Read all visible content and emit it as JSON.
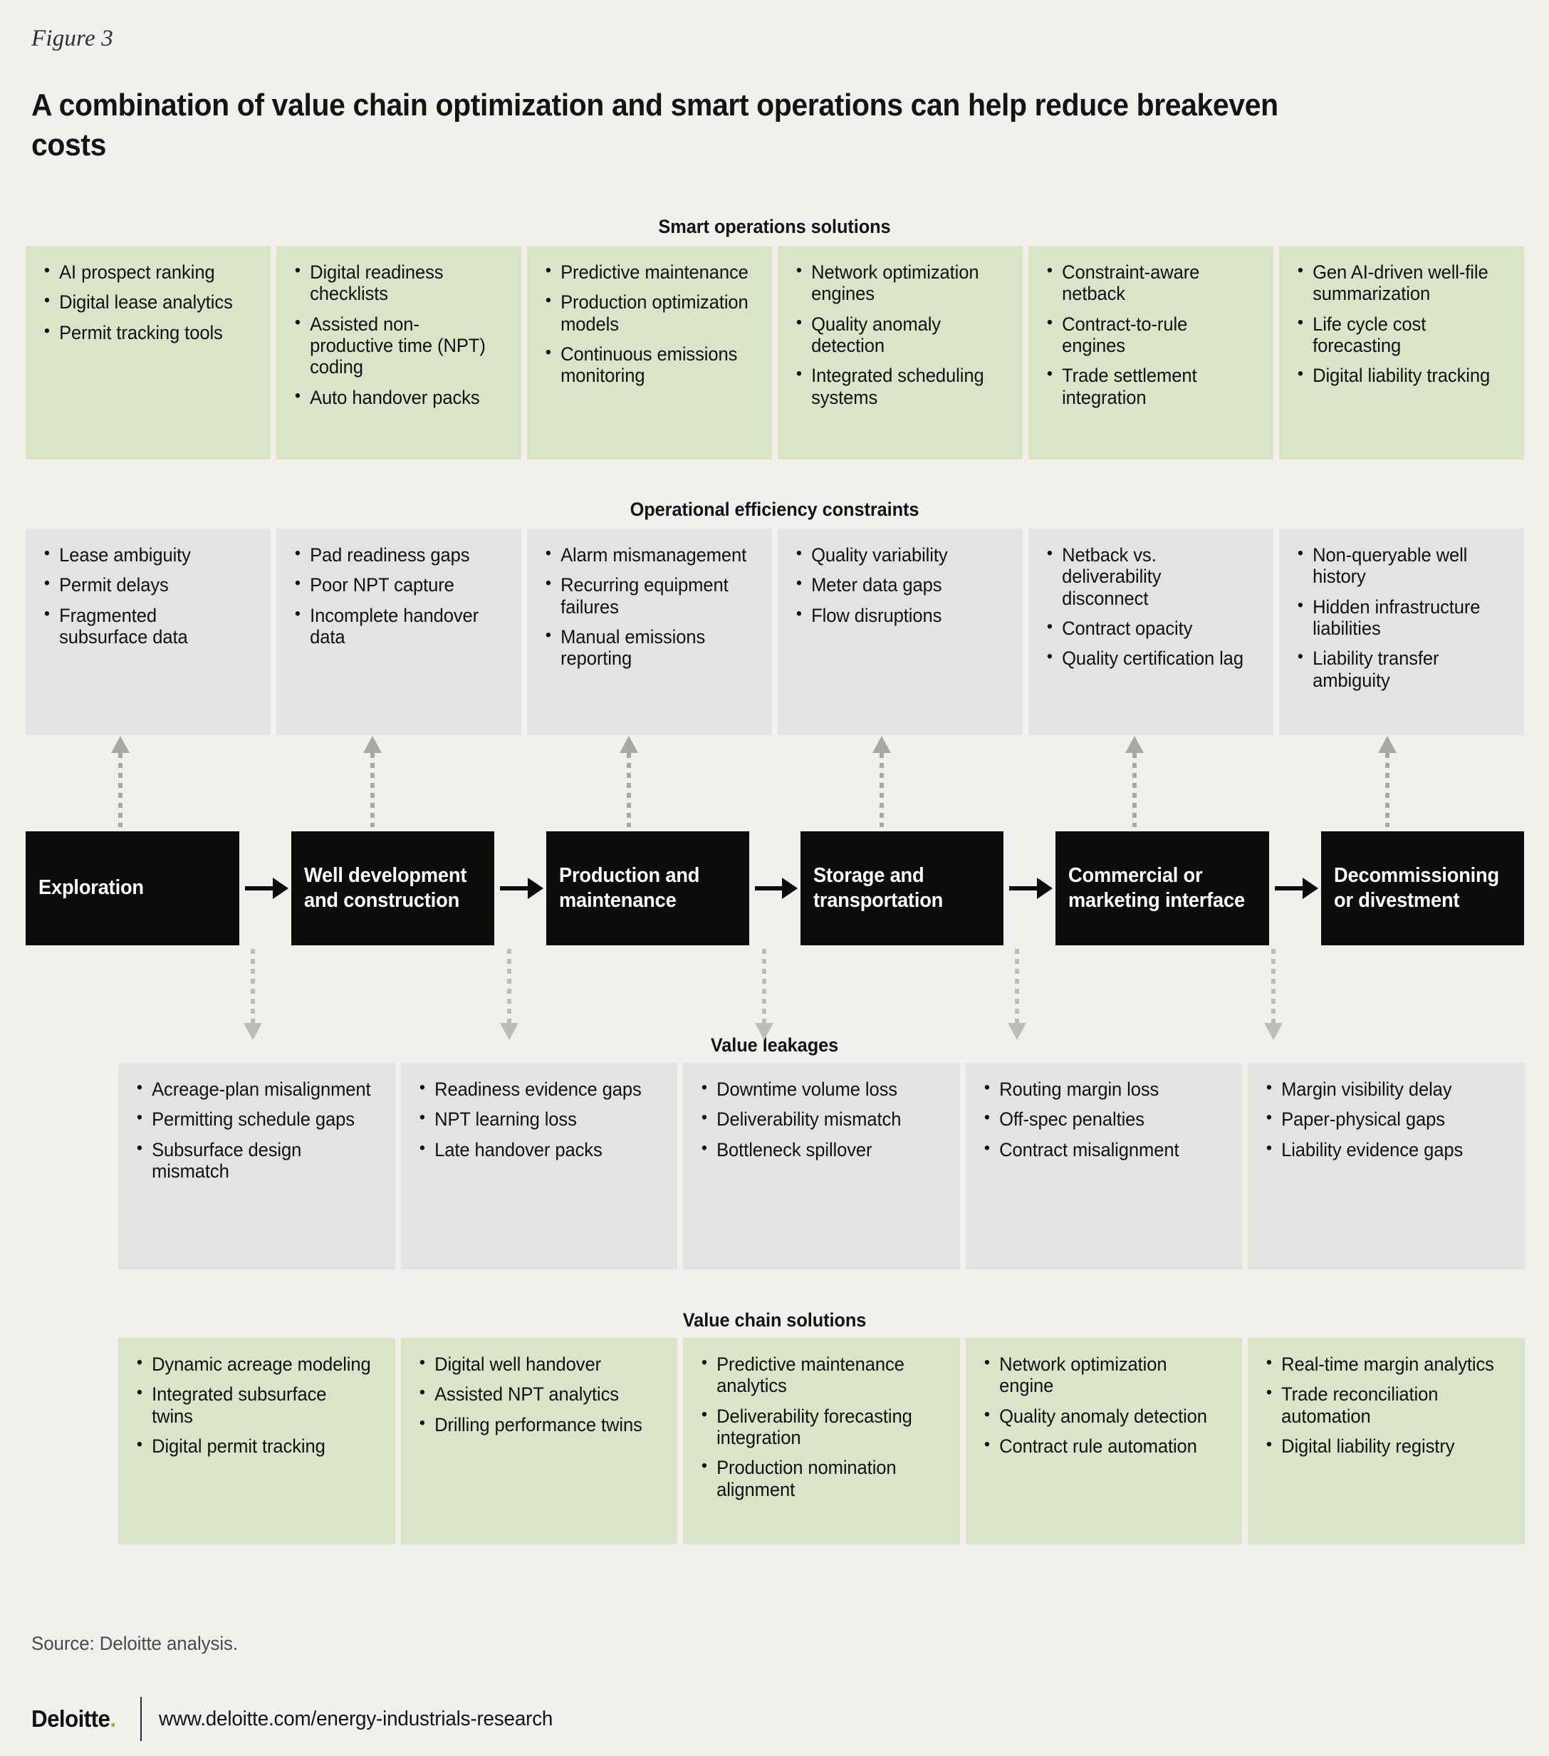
{
  "figure": {
    "label": "Figure 3",
    "title": "A combination of value chain optimization and smart operations can help reduce breakeven costs"
  },
  "colors": {
    "background": "#f1f0ed",
    "solution_card": "#d9e4c8",
    "constraint_card": "#e3e3e1",
    "stage_box": "#0c0c0c",
    "stage_text": "#ffffff",
    "connector": "#a9a8a3",
    "deloitte_green": "#86bc25"
  },
  "sections": {
    "smart_operations": {
      "heading": "Smart operations solutions",
      "columns": [
        {
          "items": [
            "AI prospect ranking",
            "Digital lease analytics",
            "Permit tracking tools"
          ]
        },
        {
          "items": [
            "Digital readiness checklists",
            "Assisted non-productive time (NPT) coding",
            "Auto handover packs"
          ]
        },
        {
          "items": [
            "Predictive maintenance",
            "Production optimization models",
            "Continuous emissions monitoring"
          ]
        },
        {
          "items": [
            "Network optimization engines",
            "Quality anomaly detection",
            "Integrated scheduling systems"
          ]
        },
        {
          "items": [
            "Constraint-aware netback",
            "Contract-to-rule engines",
            "Trade settlement integration"
          ]
        },
        {
          "items": [
            "Gen AI-driven well-file summarization",
            "Life cycle cost forecasting",
            "Digital liability tracking"
          ]
        }
      ]
    },
    "operational_efficiency_constraints": {
      "heading": "Operational efficiency constraints",
      "columns": [
        {
          "items": [
            "Lease ambiguity",
            "Permit delays",
            "Fragmented subsurface data"
          ]
        },
        {
          "items": [
            "Pad readiness gaps",
            "Poor NPT capture",
            "Incomplete handover data"
          ]
        },
        {
          "items": [
            "Alarm mismanagement",
            "Recurring equipment failures",
            "Manual emissions reporting"
          ]
        },
        {
          "items": [
            "Quality variability",
            "Meter data gaps",
            "Flow disruptions"
          ]
        },
        {
          "items": [
            "Netback vs. deliverability disconnect",
            "Contract opacity",
            "Quality certification lag"
          ]
        },
        {
          "items": [
            "Non-queryable well history",
            "Hidden infrastructure liabilities",
            "Liability transfer ambiguity"
          ]
        }
      ]
    },
    "value_chain_stages": [
      "Exploration",
      "Well development and construction",
      "Production and maintenance",
      "Storage and transportation",
      "Commercial or marketing interface",
      "Decommissioning or divestment"
    ],
    "value_leakages": {
      "heading": "Value leakages",
      "columns": [
        {
          "items": [
            "Acreage-plan misalignment",
            "Permitting schedule gaps",
            "Subsurface design mismatch"
          ]
        },
        {
          "items": [
            "Readiness evidence gaps",
            "NPT learning loss",
            "Late handover packs"
          ]
        },
        {
          "items": [
            "Downtime volume loss",
            "Deliverability mismatch",
            "Bottleneck spillover"
          ]
        },
        {
          "items": [
            "Routing margin loss",
            "Off-spec penalties",
            "Contract misalignment"
          ]
        },
        {
          "items": [
            "Margin visibility delay",
            "Paper-physical gaps",
            "Liability evidence gaps"
          ]
        }
      ]
    },
    "value_chain_solutions": {
      "heading": "Value chain solutions",
      "columns": [
        {
          "items": [
            "Dynamic acreage modeling",
            "Integrated subsurface twins",
            "Digital permit tracking"
          ]
        },
        {
          "items": [
            "Digital well handover",
            "Assisted NPT analytics",
            "Drilling performance twins"
          ]
        },
        {
          "items": [
            "Predictive maintenance analytics",
            "Deliverability forecasting integration",
            "Production nomination alignment"
          ]
        },
        {
          "items": [
            "Network optimization engine",
            "Quality anomaly detection",
            "Contract rule automation"
          ]
        },
        {
          "items": [
            "Real-time margin analytics",
            "Trade reconciliation automation",
            "Digital liability registry"
          ]
        }
      ]
    }
  },
  "footer": {
    "source": "Source: Deloitte analysis.",
    "logo_text": "Deloitte",
    "logo_dot": ".",
    "url": "www.deloitte.com/energy-industrials-research"
  }
}
